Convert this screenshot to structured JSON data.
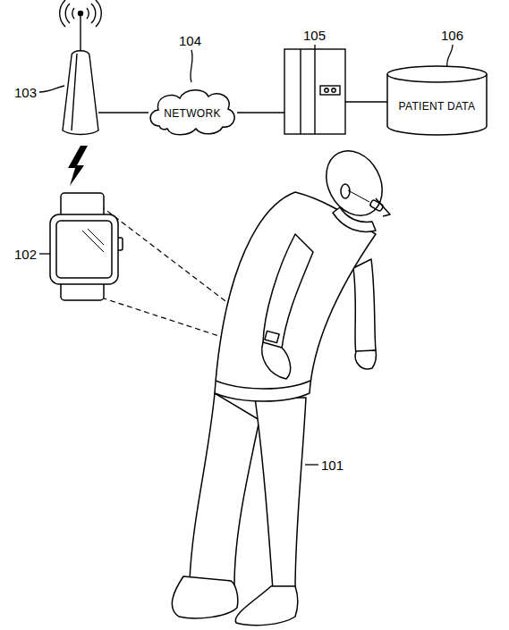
{
  "diagram": {
    "nodes": [
      {
        "text": [
          "NETWORK"
        ]
      },
      {
        "text": [
          "PATIENT DATA"
        ]
      }
    ],
    "labels": [
      "103",
      "104",
      "105",
      "106",
      "102",
      "101"
    ]
  }
}
